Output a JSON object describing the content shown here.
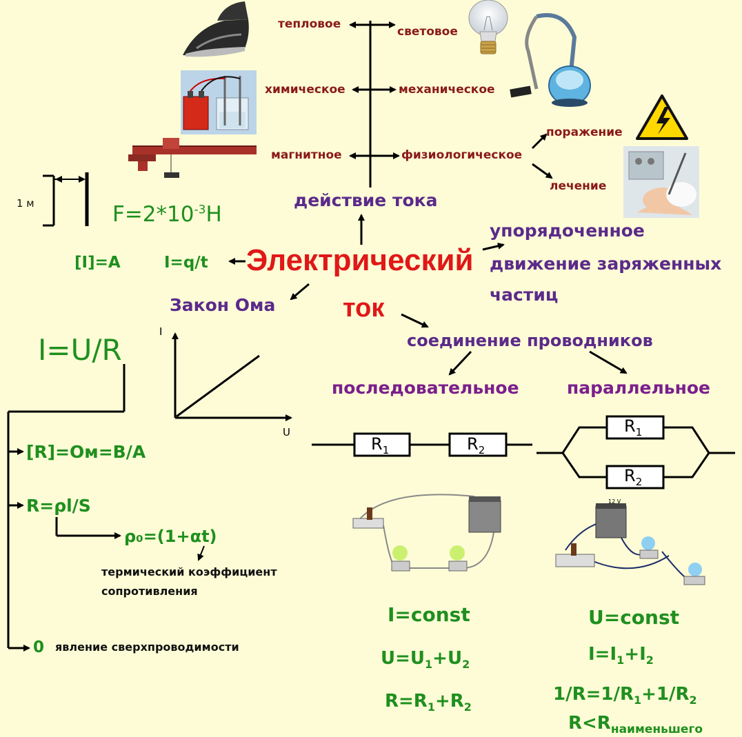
{
  "effects": {
    "thermal": "тепловое",
    "light": "световое",
    "chemical": "химическое",
    "mechanical": "механическое",
    "magnetic": "магнитное",
    "physiological": "физиологическое",
    "injury": "поражение",
    "treatment": "лечение",
    "title": "действие тока"
  },
  "center": {
    "word1": "Электрический",
    "word2": "ток"
  },
  "definition": {
    "line1": "упорядоченное",
    "line2": "движение заряженных",
    "line3": "частиц"
  },
  "force": {
    "length": "1 м",
    "formula_base": "F=2*10",
    "formula_exp": "-3",
    "formula_unit": "Н"
  },
  "current": {
    "unit": "[I]=A",
    "formula": "I=q/t"
  },
  "ohm": {
    "title": "Закон Ома",
    "formula": "I=U/R",
    "graph_y": "I",
    "graph_x": "U",
    "resistance_unit": "[R]=Ом=В/А",
    "resistance_formula": "R=ρl/S",
    "rho_formula": "ρ₀=(1+αt)",
    "coef_line1": "термический коэффициент",
    "coef_line2": "сопротивления",
    "zero": "0",
    "superconductivity": "явление сверхпроводимости"
  },
  "connections": {
    "title": "соединение проводников",
    "series": "последовательное",
    "parallel": "параллельное",
    "r1": "R",
    "r1_sub": "1",
    "r2": "R",
    "r2_sub": "2",
    "battery_label": "12 V"
  },
  "series_rules": {
    "rule1": "I=const",
    "rule2_a": "U=U",
    "rule2_s1": "1",
    "rule2_b": "+U",
    "rule2_s2": "2",
    "rule3_a": "R=R",
    "rule3_s1": "1",
    "rule3_b": "+R",
    "rule3_s2": "2"
  },
  "parallel_rules": {
    "rule1": "U=const",
    "rule2_a": "I=I",
    "rule2_s1": "1",
    "rule2_b": "+I",
    "rule2_s2": "2",
    "rule3_a": "1/R=1/R",
    "rule3_s1": "1",
    "rule3_b": "+1/R",
    "rule3_s2": "2",
    "rule4_a": "R<R",
    "rule4_sub": "наименьшего"
  },
  "colors": {
    "background": "#fdfcd6",
    "red_title": "#e01818",
    "effects_text": "#8a1a1a",
    "purple": "#5b2a8a",
    "green": "#1f8f1f"
  },
  "icons": [
    "iron-icon",
    "light-bulb-icon",
    "vacuum-cleaner-icon",
    "electrolysis-icon",
    "crane-icon",
    "high-voltage-warning-icon",
    "physiotherapy-icon",
    "series-circuit-icon",
    "parallel-circuit-icon"
  ]
}
